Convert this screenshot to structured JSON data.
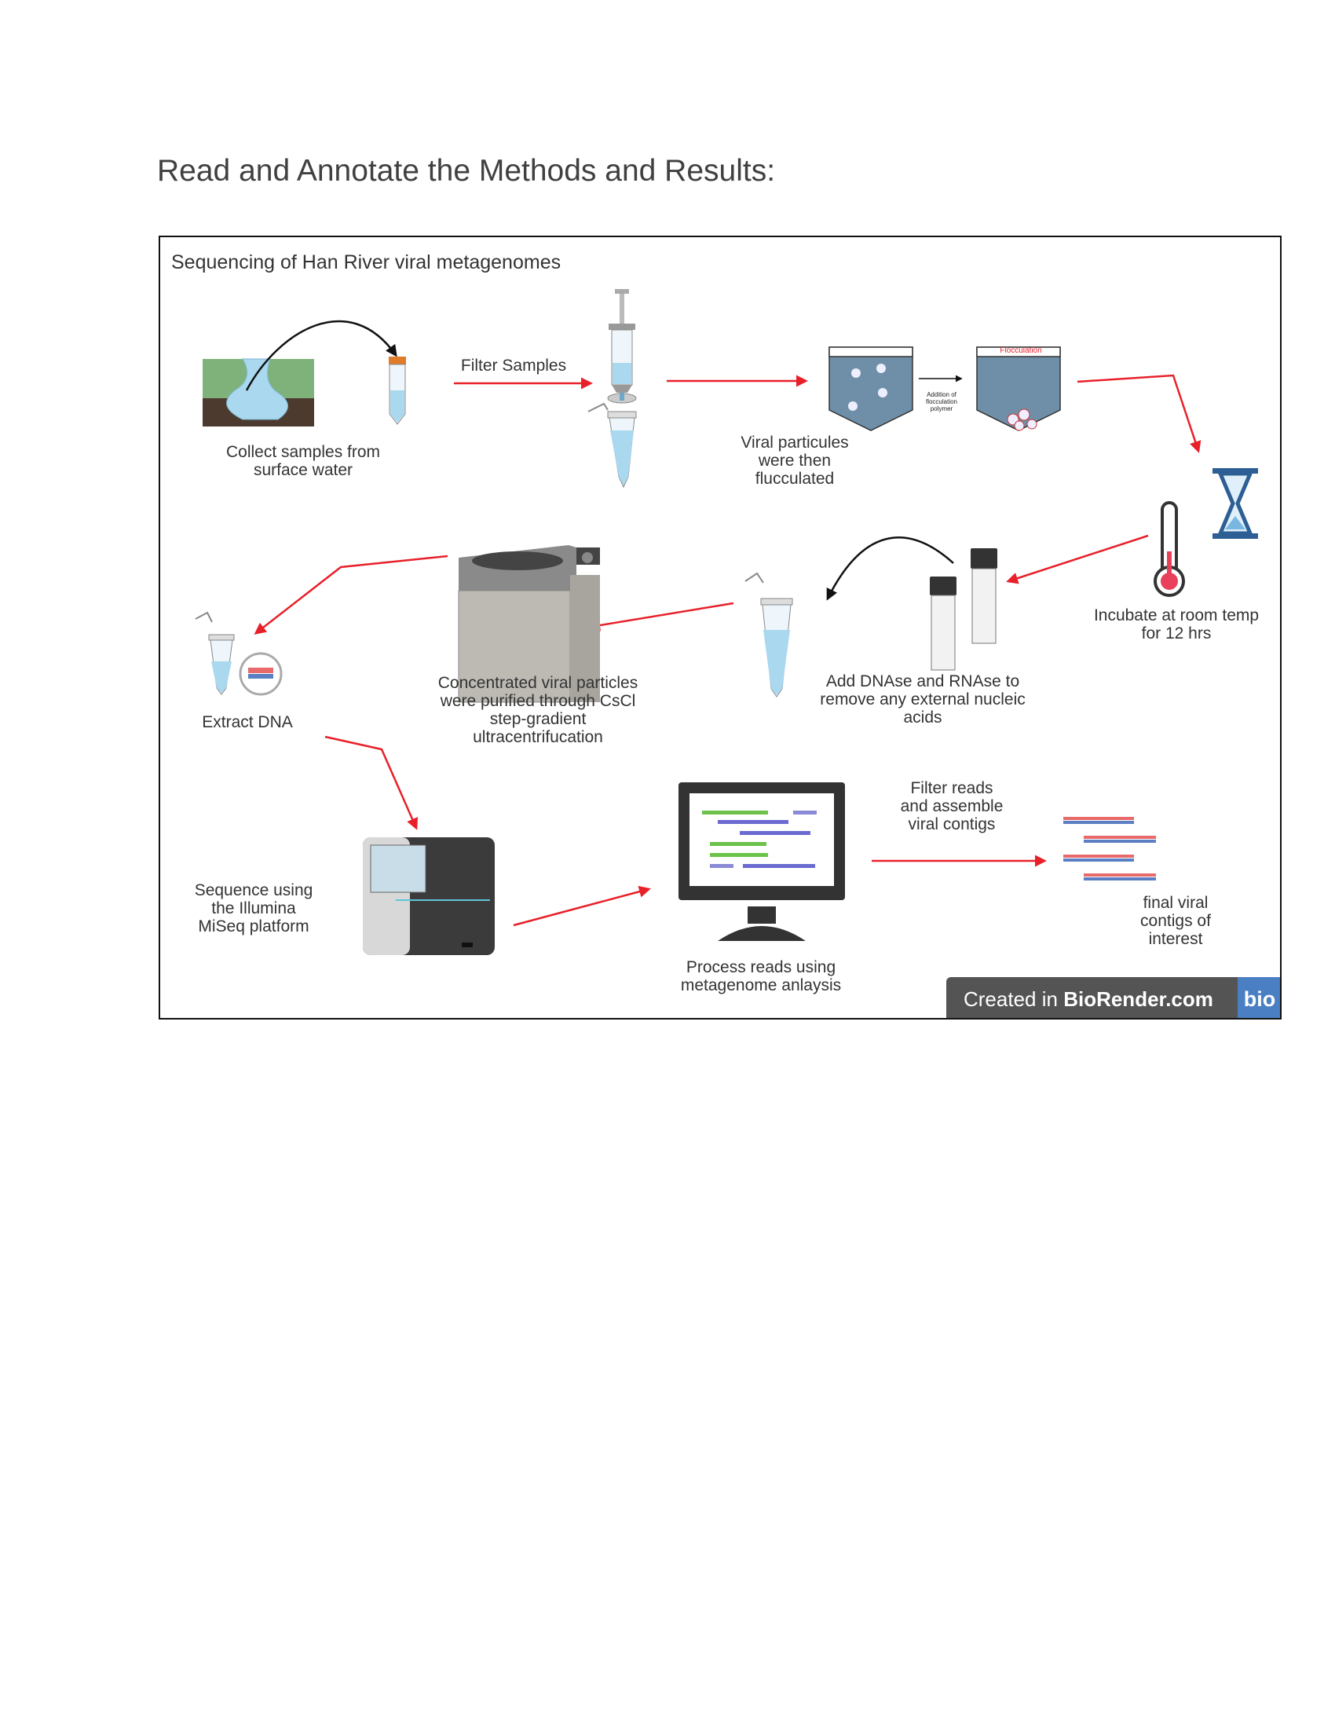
{
  "heading": "Read and Annotate the Methods and Results:",
  "figure": {
    "title": "Sequencing of Han River viral metagenomes",
    "steps": {
      "collect": "Collect samples from\nsurface water",
      "filter": "Filter Samples",
      "flocculate": "Viral particules\nwere then\nflucculated",
      "flocculation_tag": "Flocculation",
      "flocculation_note": "Addition of\nflocculation\npolymer",
      "incubate": "Incubate at room temp\nfor 12 hrs",
      "dnase": "Add DNAse and RNAse to\nremove any external nucleic\nacids",
      "purify": "Concentrated viral particles\nwere purified through CsCl\nstep-gradient\nultracentrifucation",
      "extract": "Extract DNA",
      "sequence": "Sequence using\nthe Illumina\nMiSeq platform",
      "process": "Process reads using\nmetagenome anlaysis",
      "assemble": "Filter reads\nand assemble\nviral contigs",
      "final": "final viral\ncontigs of\ninterest"
    },
    "credit": {
      "prefix": "Created in ",
      "brand": "BioRender.com",
      "logo": "bio"
    }
  },
  "colors": {
    "arrow": "#e8202a",
    "water": "#a9d8ef",
    "accent": "#4a7fc4",
    "badge": "#545454"
  }
}
